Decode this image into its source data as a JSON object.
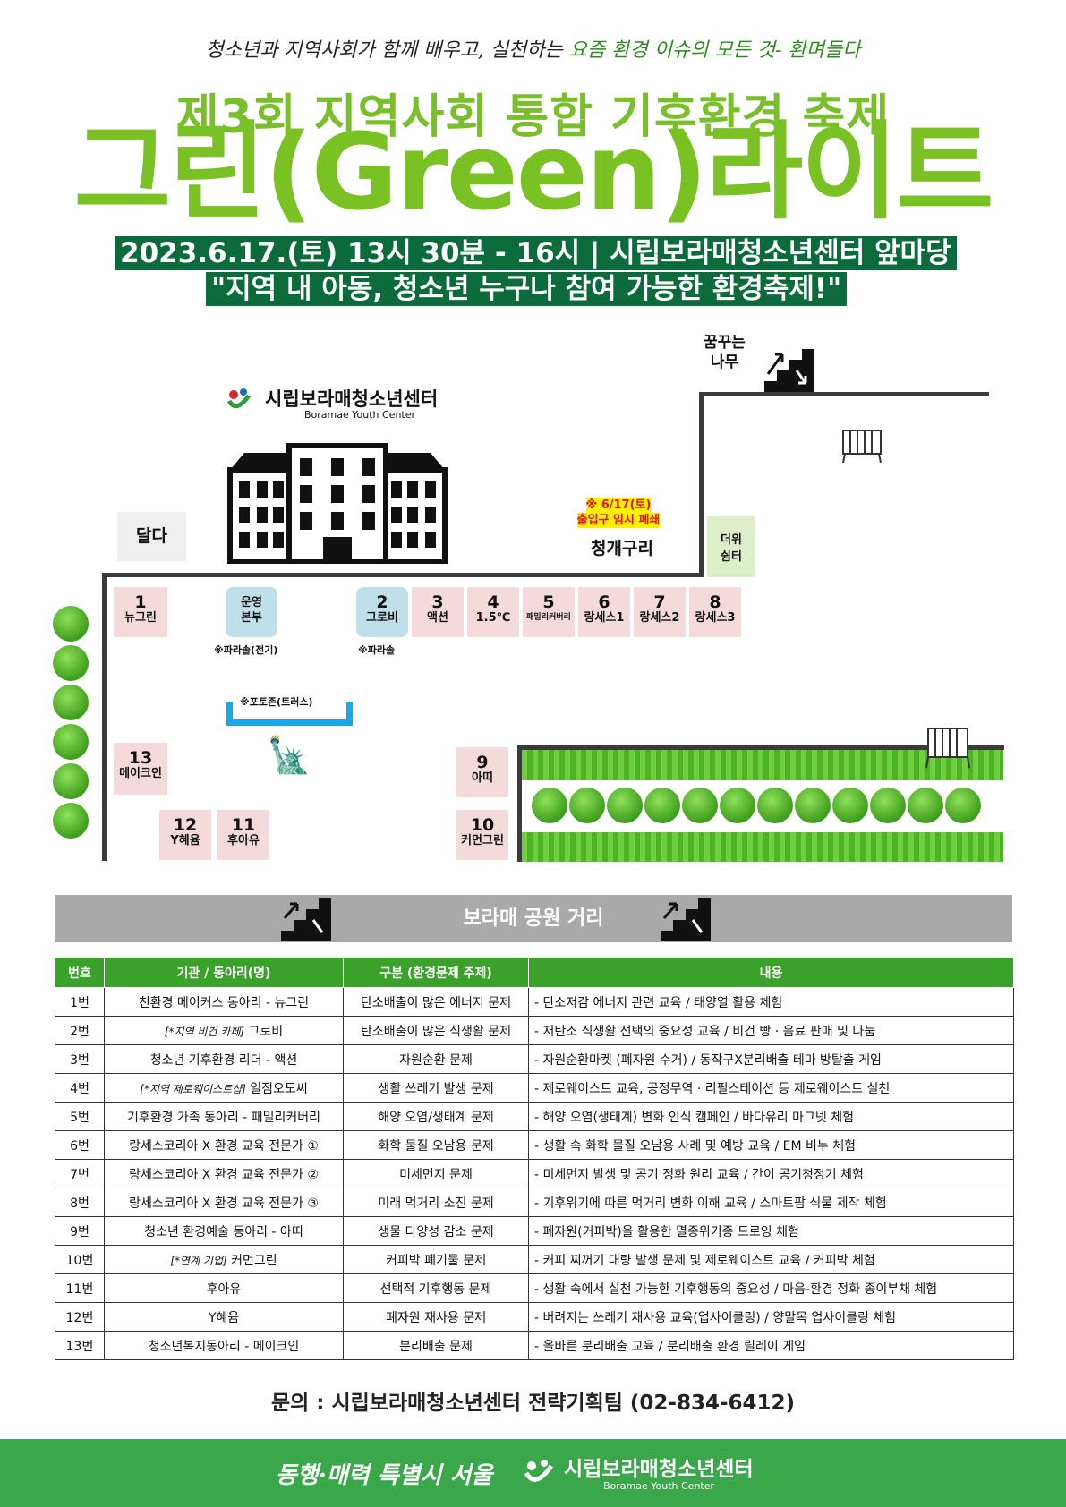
{
  "header": {
    "tagline_pre": "청소년과 지역사회가 함께 배우고, 실천하는 ",
    "tagline_hl": "요즘 환경 이슈의 모든 것- 환며들다",
    "title_line1": "제3회 지역사회 통합 기후환경 축제",
    "title_line2": "그린(Green)라이트",
    "date_place": "2023.6.17.(토) 13시 30분 - 16시  |  시립보라매청소년센터 앞마당",
    "slogan": "\"지역 내 아동, 청소년 누구나 참여 가능한 환경축제!\""
  },
  "map": {
    "center_logo_ko": "시립보라매청소년센터",
    "center_logo_en": "Boramae Youth Center",
    "dream_tree": [
      "꿈꾸는",
      "나무"
    ],
    "dalda": "달다",
    "closure_note": [
      "※ 6/17(토)",
      "출입구 임시 폐쇄"
    ],
    "cheonggaeguri": "청개구리",
    "shelter": [
      "더위",
      "쉼터"
    ],
    "booths_top": [
      {
        "num": "1",
        "label": "뉴그린"
      },
      {
        "num": "운영",
        "label": "본부"
      },
      {
        "num": "2",
        "label": "그로비"
      },
      {
        "num": "3",
        "label": "액션"
      },
      {
        "num": "4",
        "label": "1.5℃"
      },
      {
        "num": "5",
        "label": "패밀리커버리"
      },
      {
        "num": "6",
        "label": "랑세스1"
      },
      {
        "num": "7",
        "label": "랑세스2"
      },
      {
        "num": "8",
        "label": "랑세스3"
      }
    ],
    "parasol_power": "※파라솔(전기)",
    "parasol": "※파라솔",
    "photozone": "※포토존(트러스)",
    "booth13": {
      "num": "13",
      "label": "메이크인"
    },
    "booth12": {
      "num": "12",
      "label": "Y혜윰"
    },
    "booth11": {
      "num": "11",
      "label": "후아유"
    },
    "booth9": {
      "num": "9",
      "label": "아띠"
    },
    "booth10": {
      "num": "10",
      "label": "커먼그린"
    },
    "street": "보라매 공원 거리"
  },
  "table": {
    "headers": [
      "번호",
      "기관 / 동아리(명)",
      "구분 (환경문제 주제)",
      "내용"
    ],
    "rows": [
      {
        "no": "1번",
        "tag": "",
        "org": "친환경 메이커스 동아리 - 뉴그린",
        "topic": "탄소배출이 많은 에너지 문제",
        "content": "- 탄소저감 에너지 관련 교육 / 태양열 활용 체험"
      },
      {
        "no": "2번",
        "tag": "[*지역 비건 카페]",
        "org": " 그로비",
        "topic": "탄소배출이 많은 식생활 문제",
        "content": "- 저탄소 식생활 선택의 중요성 교육 / 비건 빵 · 음료 판매 및 나눔"
      },
      {
        "no": "3번",
        "tag": "",
        "org": "청소년 기후환경 리더 - 액션",
        "topic": "자원순환 문제",
        "content": "- 자원순환마켓 (폐자원 수거) / 동작구X분리배출 테마 방탈출 게임"
      },
      {
        "no": "4번",
        "tag": "[*지역 제로웨이스트샵]",
        "org": " 일점오도씨",
        "topic": "생활 쓰레기 발생 문제",
        "content": "- 제로웨이스트 교육, 공정무역 · 리필스테이션 등 제로웨이스트 실천"
      },
      {
        "no": "5번",
        "tag": "",
        "org": "기후환경 가족 동아리 - 패밀리커버리",
        "topic": "해양 오염/생태계 문제",
        "content": "- 해양 오염(생태계) 변화 인식 캠페인 / 바다유리 마그넷 체험"
      },
      {
        "no": "6번",
        "tag": "",
        "org": "랑세스코리아 X 환경 교육 전문가 ①",
        "topic": "화학 물질 오남용 문제",
        "content": "- 생활 속 화학 물질 오남용 사례 및 예방 교육 / EM 비누 체험"
      },
      {
        "no": "7번",
        "tag": "",
        "org": "랑세스코리아 X 환경 교육 전문가 ②",
        "topic": "미세먼지 문제",
        "content": "- 미세먼지 발생 및 공기 정화 원리 교육 / 간이 공기청정기 체험"
      },
      {
        "no": "8번",
        "tag": "",
        "org": "랑세스코리아 X 환경 교육 전문가 ③",
        "topic": "미래 먹거리 소진 문제",
        "content": "- 기후위기에 따른 먹거리 변화 이해 교육 / 스마트팜 식물 제작 체험"
      },
      {
        "no": "9번",
        "tag": "",
        "org": "청소년 환경예술 동아리 - 아띠",
        "topic": "생물 다양성 감소 문제",
        "content": "- 폐자원(커피박)을 활용한 멸종위기종 드로잉 체험"
      },
      {
        "no": "10번",
        "tag": "[*연계 기업]",
        "org": " 커먼그린",
        "topic": "커피박 폐기물 문제",
        "content": "- 커피 찌꺼기 대량 발생 문제 및 제로웨이스트 교육 / 커피박 체험"
      },
      {
        "no": "11번",
        "tag": "",
        "org": "후아유",
        "topic": "선택적 기후행동 문제",
        "content": "- 생활 속에서 실천 가능한 기후행동의 중요성 / 마음-환경 정화 종이부채 체험"
      },
      {
        "no": "12번",
        "tag": "",
        "org": "Y혜윰",
        "topic": "폐자원 재사용 문제",
        "content": "- 버려지는 쓰레기 재사용 교육(업사이클링) / 양말목 업사이클링 체험"
      },
      {
        "no": "13번",
        "tag": "",
        "org": "청소년복지동아리 - 메이크인",
        "topic": "분리배출 문제",
        "content": "- 올바른 분리배출 교육 / 분리배출 환경 릴레이 게임"
      }
    ]
  },
  "contact": "문의 : 시립보라매청소년센터 전략기획팀 (02-834-6412)",
  "footer": {
    "seoul": "동행·매력 특별시 서울",
    "center_ko": "시립보라매청소년센터",
    "center_en": "Boramae Youth Center"
  },
  "colors": {
    "brand_green": "#7ac124",
    "dark_green": "#0b6b3a",
    "table_header": "#3aa12a",
    "footer": "#3aa84a"
  }
}
